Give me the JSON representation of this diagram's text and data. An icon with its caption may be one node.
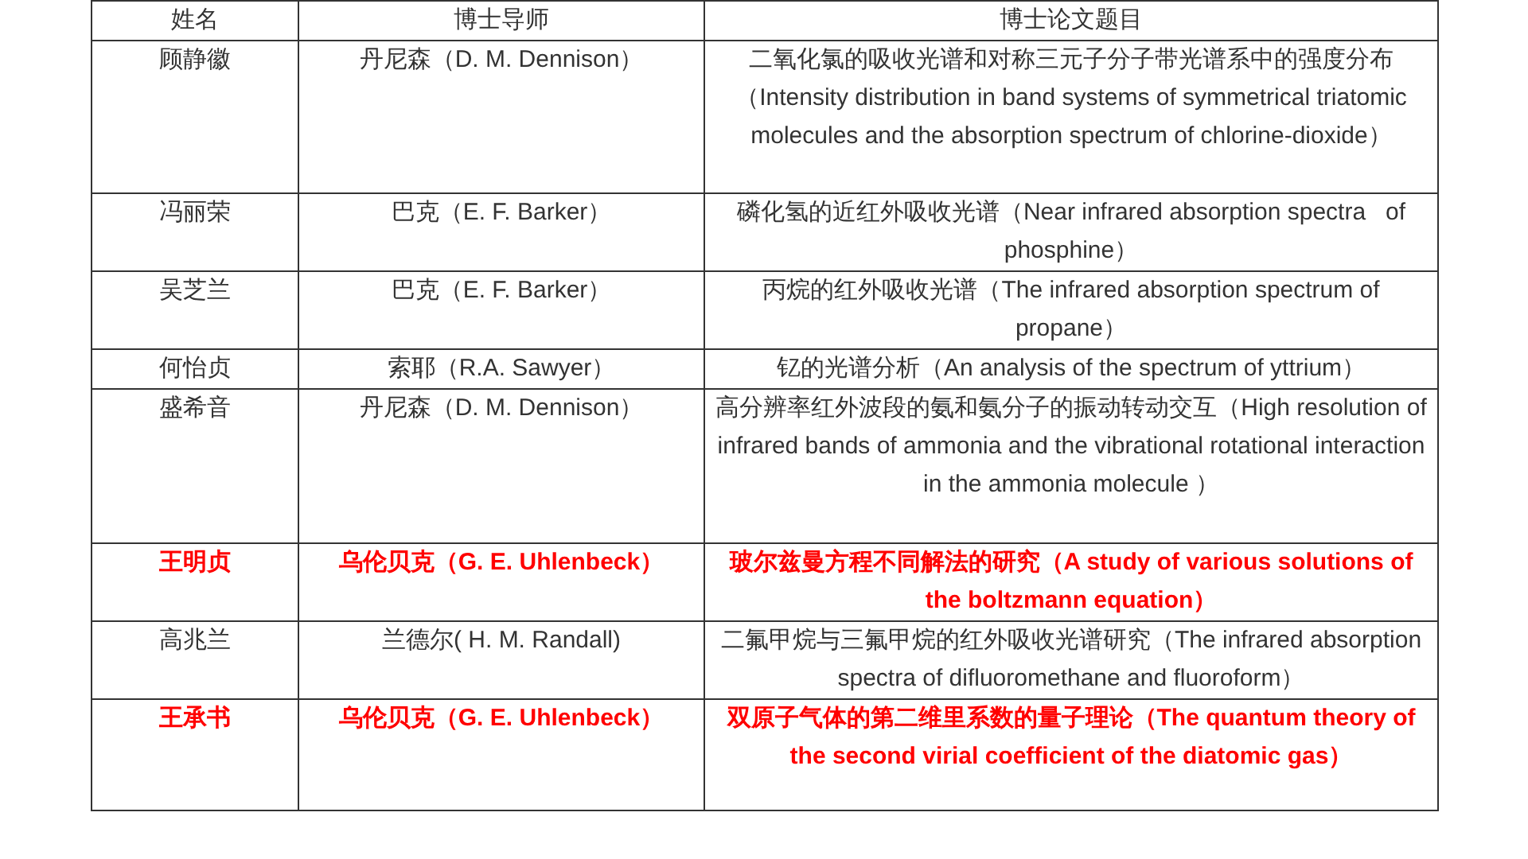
{
  "diagram": {
    "labels": [
      "姓名",
      "博士导师",
      "博士论文题目",
      "顾静徽",
      "丹尼森（D. M. Dennison）",
      "二氧化氯的吸收光谱和对称三元子分子带光谱系中的强度分布（Intensity distribution in band systems of symmetrical triatomic molecules and the absorption spectrum of chlorine-dioxide）",
      "冯丽荣",
      "巴克（E. F. Barker）",
      "磷化氢的近红外吸收光谱（Near infrared absorption spectra   of phosphine）",
      "吴芝兰",
      "巴克（E. F. Barker）",
      "丙烷的红外吸收光谱（The infrared absorption spectrum of propane）",
      "何怡贞",
      "索耶（R.A. Sawyer）",
      "钇的光谱分析（An analysis of the spectrum of yttrium）",
      "盛希音",
      "丹尼森（D. M. Dennison）",
      "高分辨率红外波段的氨和氨分子的振动转动交互（High resolution of infrared bands of ammonia and the vibrational rotational interaction in the ammonia molecule ）",
      "王明贞",
      "乌伦贝克（G. E. Uhlenbeck）",
      "玻尔兹曼方程不同解法的研究（A study of various solutions of the boltzmann equation）",
      "高兆兰",
      "兰德尔( H. M. Randall)",
      "二氟甲烷与三氟甲烷的红外吸收光谱研究（The infrared absorption spectra of difluoromethane and fluoroform）",
      "王承书",
      "乌伦贝克（G. E. Uhlenbeck）",
      "双原子气体的第二维里系数的量子理论（The quantum theory of the second virial coefficient of the diatomic gas）"
    ]
  }
}
